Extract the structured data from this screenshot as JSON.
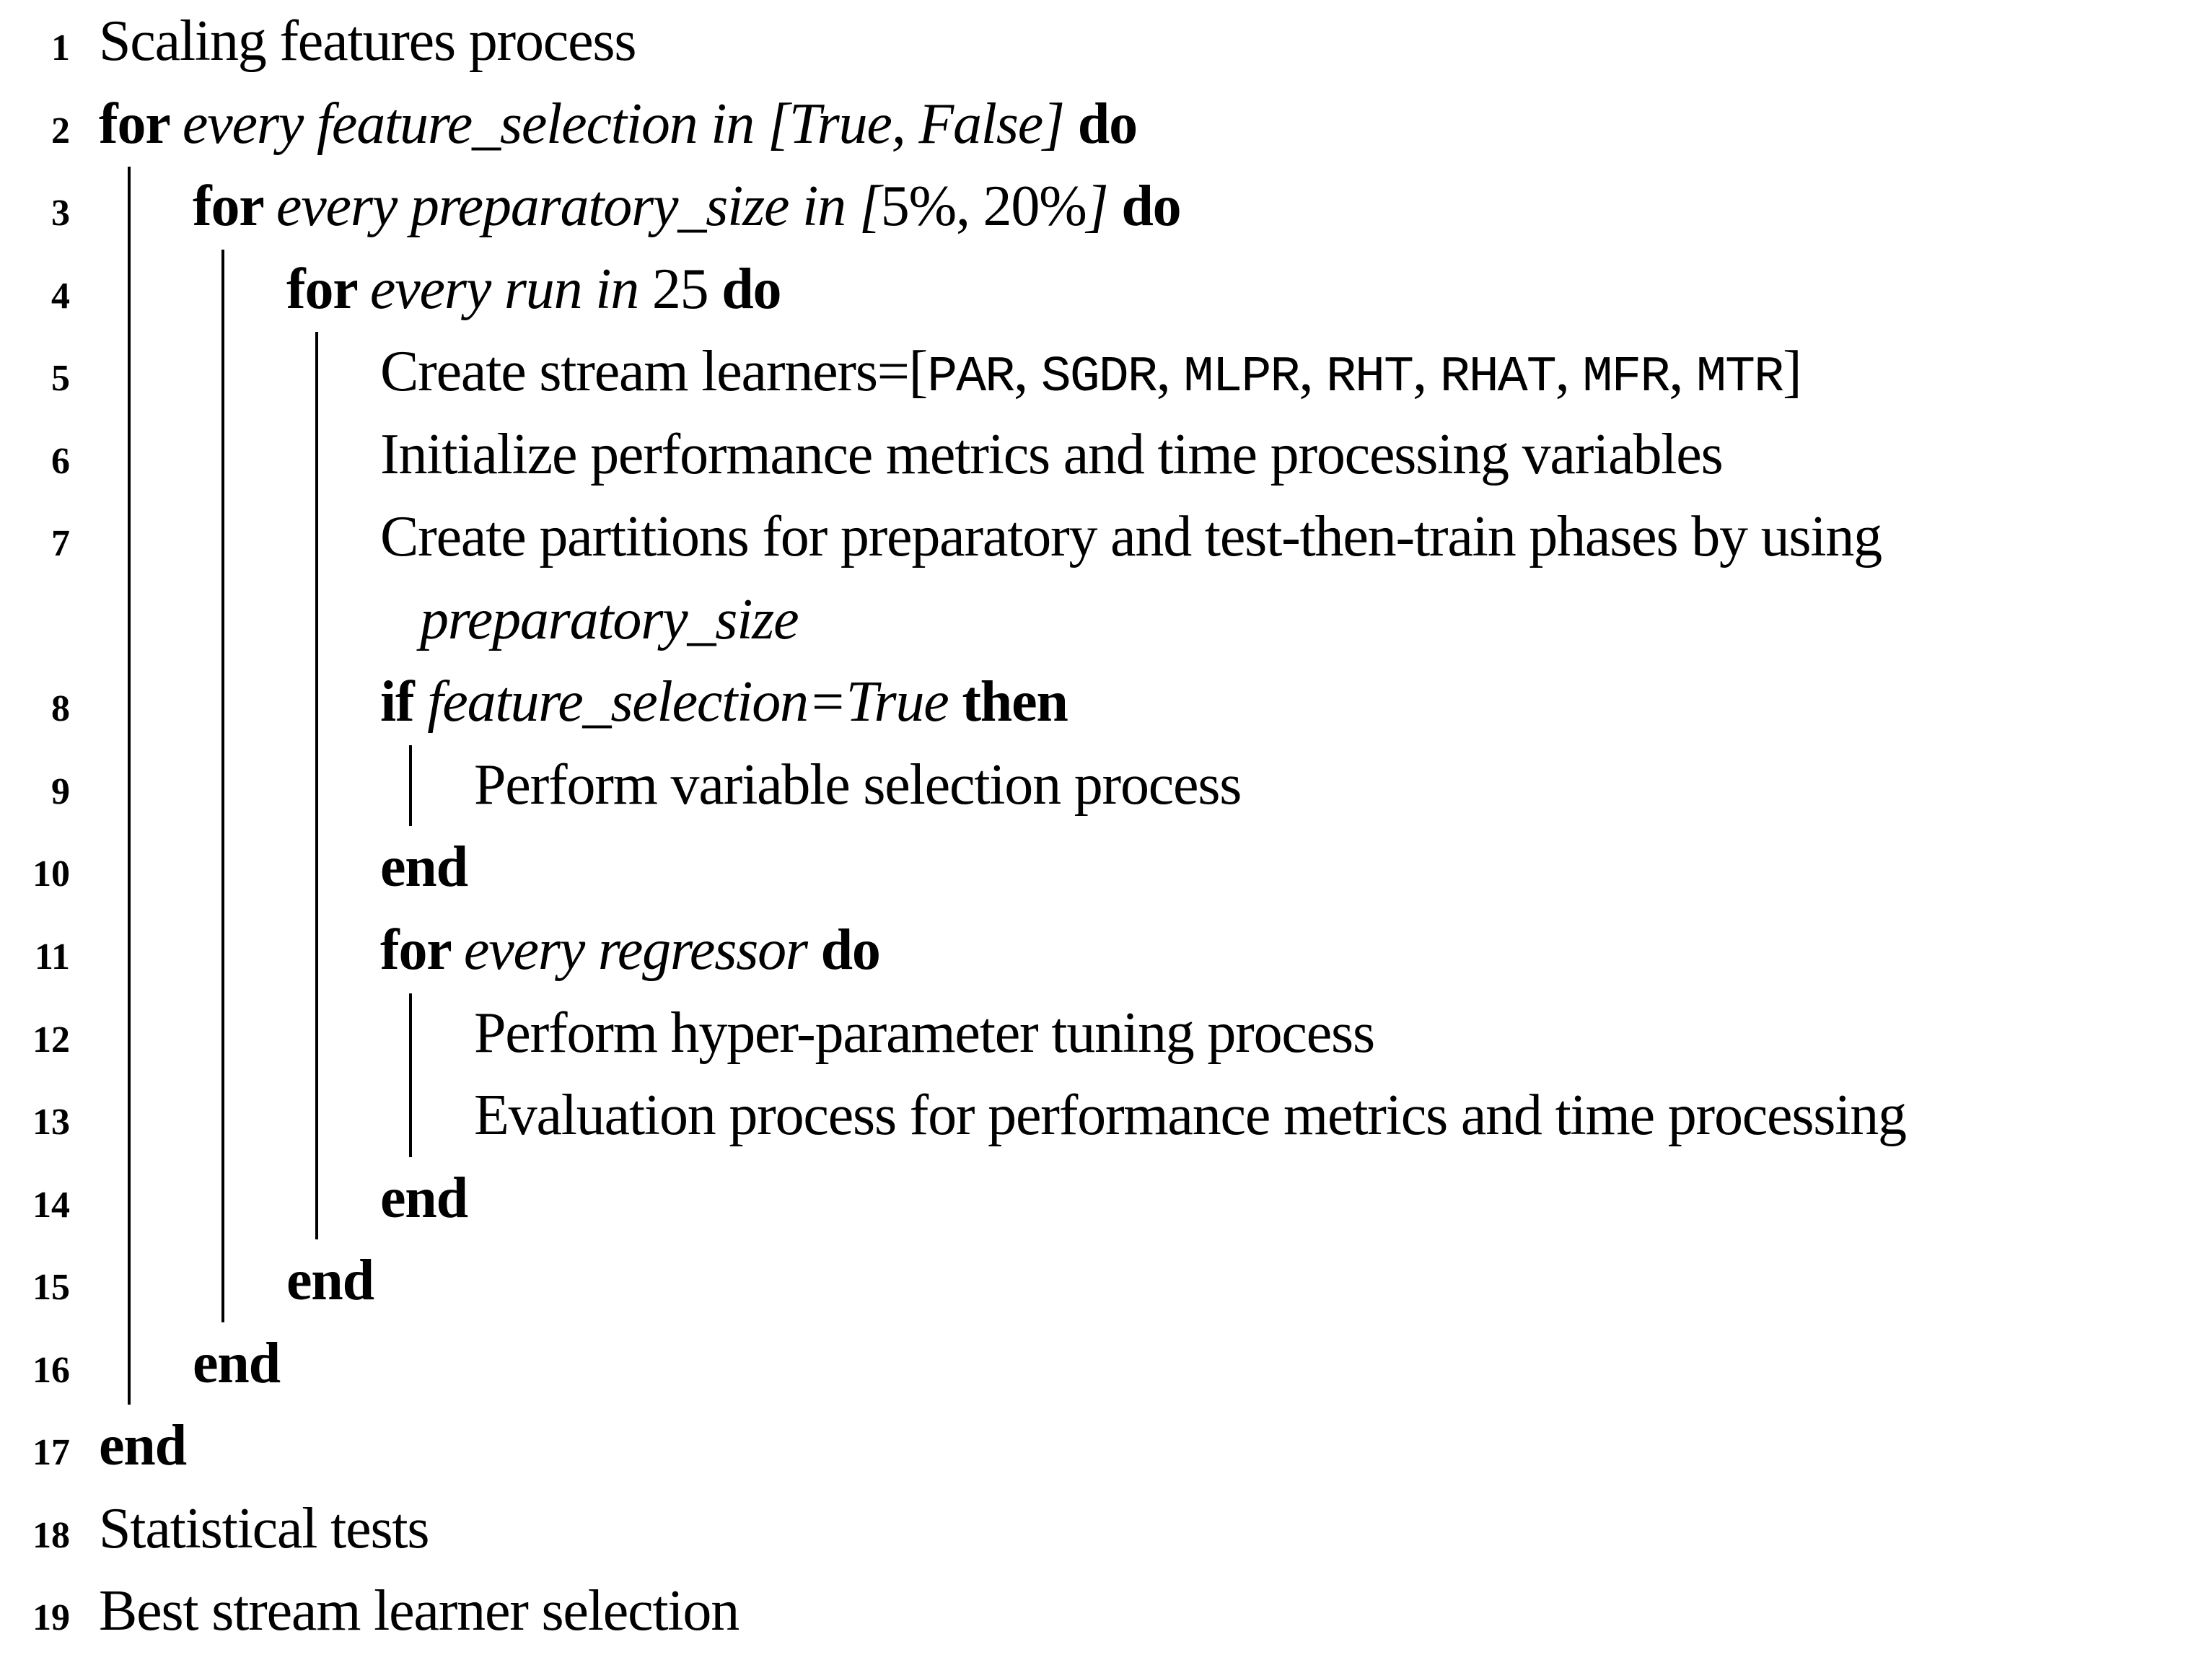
{
  "algorithm": {
    "text_color": "#000000",
    "background_color": "#ffffff",
    "rows": [
      {
        "num": "1",
        "indent": 0,
        "cont": false,
        "segments": [
          {
            "style": "roman",
            "text": "Scaling features process"
          }
        ]
      },
      {
        "num": "2",
        "indent": 0,
        "cont": false,
        "segments": [
          {
            "style": "bold",
            "text": "for "
          },
          {
            "style": "italic",
            "text": "every feature_selection in [True, False] "
          },
          {
            "style": "bold",
            "text": "do"
          }
        ]
      },
      {
        "num": "3",
        "indent": 1,
        "cont": false,
        "segments": [
          {
            "style": "bold",
            "text": "for "
          },
          {
            "style": "italic",
            "text": "every preparatory_size in ["
          },
          {
            "style": "roman",
            "text": "5%, 20%"
          },
          {
            "style": "italic",
            "text": "] "
          },
          {
            "style": "bold",
            "text": "do"
          }
        ]
      },
      {
        "num": "4",
        "indent": 2,
        "cont": false,
        "segments": [
          {
            "style": "bold",
            "text": "for "
          },
          {
            "style": "italic",
            "text": "every run in "
          },
          {
            "style": "roman",
            "text": "25 "
          },
          {
            "style": "bold",
            "text": "do"
          }
        ]
      },
      {
        "num": "5",
        "indent": 3,
        "cont": false,
        "segments": [
          {
            "style": "roman",
            "text": "Create stream learners=["
          },
          {
            "style": "mono",
            "text": "PAR"
          },
          {
            "style": "roman",
            "text": ", "
          },
          {
            "style": "mono",
            "text": "SGDR"
          },
          {
            "style": "roman",
            "text": ", "
          },
          {
            "style": "mono",
            "text": "MLPR"
          },
          {
            "style": "roman",
            "text": ", "
          },
          {
            "style": "mono",
            "text": "RHT"
          },
          {
            "style": "roman",
            "text": ", "
          },
          {
            "style": "mono",
            "text": "RHAT"
          },
          {
            "style": "roman",
            "text": ", "
          },
          {
            "style": "mono",
            "text": "MFR"
          },
          {
            "style": "roman",
            "text": ", "
          },
          {
            "style": "mono",
            "text": "MTR"
          },
          {
            "style": "roman",
            "text": "]"
          }
        ]
      },
      {
        "num": "6",
        "indent": 3,
        "cont": false,
        "segments": [
          {
            "style": "roman",
            "text": "Initialize performance metrics and time processing variables"
          }
        ]
      },
      {
        "num": "7",
        "indent": 3,
        "cont": false,
        "segments": [
          {
            "style": "roman",
            "text": "Create partitions for preparatory and test-then-train phases by using"
          }
        ]
      },
      {
        "num": "",
        "indent": 3,
        "cont": true,
        "segments": [
          {
            "style": "italic",
            "text": "preparatory_size"
          }
        ]
      },
      {
        "num": "8",
        "indent": 3,
        "cont": false,
        "segments": [
          {
            "style": "bold",
            "text": "if "
          },
          {
            "style": "italic",
            "text": "feature_selection=True "
          },
          {
            "style": "bold",
            "text": "then"
          }
        ]
      },
      {
        "num": "9",
        "indent": 4,
        "cont": false,
        "segments": [
          {
            "style": "roman",
            "text": "Perform variable selection process"
          }
        ]
      },
      {
        "num": "10",
        "indent": 3,
        "cont": false,
        "segments": [
          {
            "style": "bold",
            "text": "end"
          }
        ]
      },
      {
        "num": "11",
        "indent": 3,
        "cont": false,
        "segments": [
          {
            "style": "bold",
            "text": "for "
          },
          {
            "style": "italic",
            "text": "every regressor "
          },
          {
            "style": "bold",
            "text": "do"
          }
        ]
      },
      {
        "num": "12",
        "indent": 4,
        "cont": false,
        "segments": [
          {
            "style": "roman",
            "text": "Perform hyper-parameter tuning process"
          }
        ]
      },
      {
        "num": "13",
        "indent": 4,
        "cont": false,
        "segments": [
          {
            "style": "roman",
            "text": "Evaluation process for performance metrics and time processing"
          }
        ]
      },
      {
        "num": "14",
        "indent": 3,
        "cont": false,
        "segments": [
          {
            "style": "bold",
            "text": "end"
          }
        ]
      },
      {
        "num": "15",
        "indent": 2,
        "cont": false,
        "segments": [
          {
            "style": "bold",
            "text": "end"
          }
        ]
      },
      {
        "num": "16",
        "indent": 1,
        "cont": false,
        "segments": [
          {
            "style": "bold",
            "text": "end"
          }
        ]
      },
      {
        "num": "17",
        "indent": 0,
        "cont": false,
        "segments": [
          {
            "style": "bold",
            "text": "end"
          }
        ]
      },
      {
        "num": "18",
        "indent": 0,
        "cont": false,
        "segments": [
          {
            "style": "roman",
            "text": "Statistical tests"
          }
        ]
      },
      {
        "num": "19",
        "indent": 0,
        "cont": false,
        "segments": [
          {
            "style": "roman",
            "text": "Best stream learner selection"
          }
        ]
      }
    ],
    "blocks": [
      {
        "level": 1,
        "from_row": 2,
        "to_row": 17
      },
      {
        "level": 2,
        "from_row": 3,
        "to_row": 16
      },
      {
        "level": 3,
        "from_row": 4,
        "to_row": 15
      },
      {
        "level": 4,
        "from_row": 9,
        "to_row": 10
      },
      {
        "level": 4,
        "from_row": 12,
        "to_row": 14
      }
    ]
  }
}
